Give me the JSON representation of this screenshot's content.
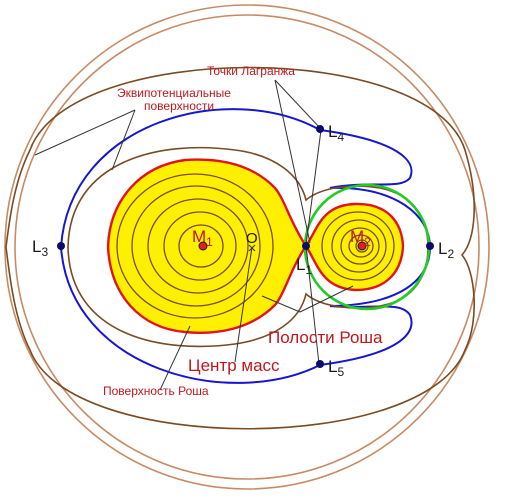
{
  "colors": {
    "outer_contour": "#c88a64",
    "equipotential": "#7a4a22",
    "roche_lobe_fill": "#ffef00",
    "roche_surface": "#e3131b",
    "critical_surface": "#1616d0",
    "secondary_lobe_ring": "#22cc22",
    "label_red": "#c0171c",
    "label_dark": "#1a1a1a",
    "mass_point": "#e02020",
    "lagrange_point": "#0b0b6a"
  },
  "labels": {
    "lagrange_points_title": "Точки Лагранжа",
    "equipotential_line1": "Эквипотенциальные",
    "equipotential_line2": "поверхности",
    "roche_lobes": "Полости Роша",
    "center_of_mass": "Центр масс",
    "roche_surface": "Поверхность Роша",
    "center_letter": "O"
  },
  "masses": [
    {
      "id": "m1",
      "letter": "M",
      "index": "1"
    },
    {
      "id": "m2",
      "letter": "M",
      "index": "2"
    }
  ],
  "lagrange_points": [
    {
      "id": "l1",
      "letter": "L",
      "index": "1"
    },
    {
      "id": "l2",
      "letter": "L",
      "index": "2"
    },
    {
      "id": "l3",
      "letter": "L",
      "index": "3"
    },
    {
      "id": "l4",
      "letter": "L",
      "index": "4"
    },
    {
      "id": "l5",
      "letter": "L",
      "index": "5"
    }
  ]
}
